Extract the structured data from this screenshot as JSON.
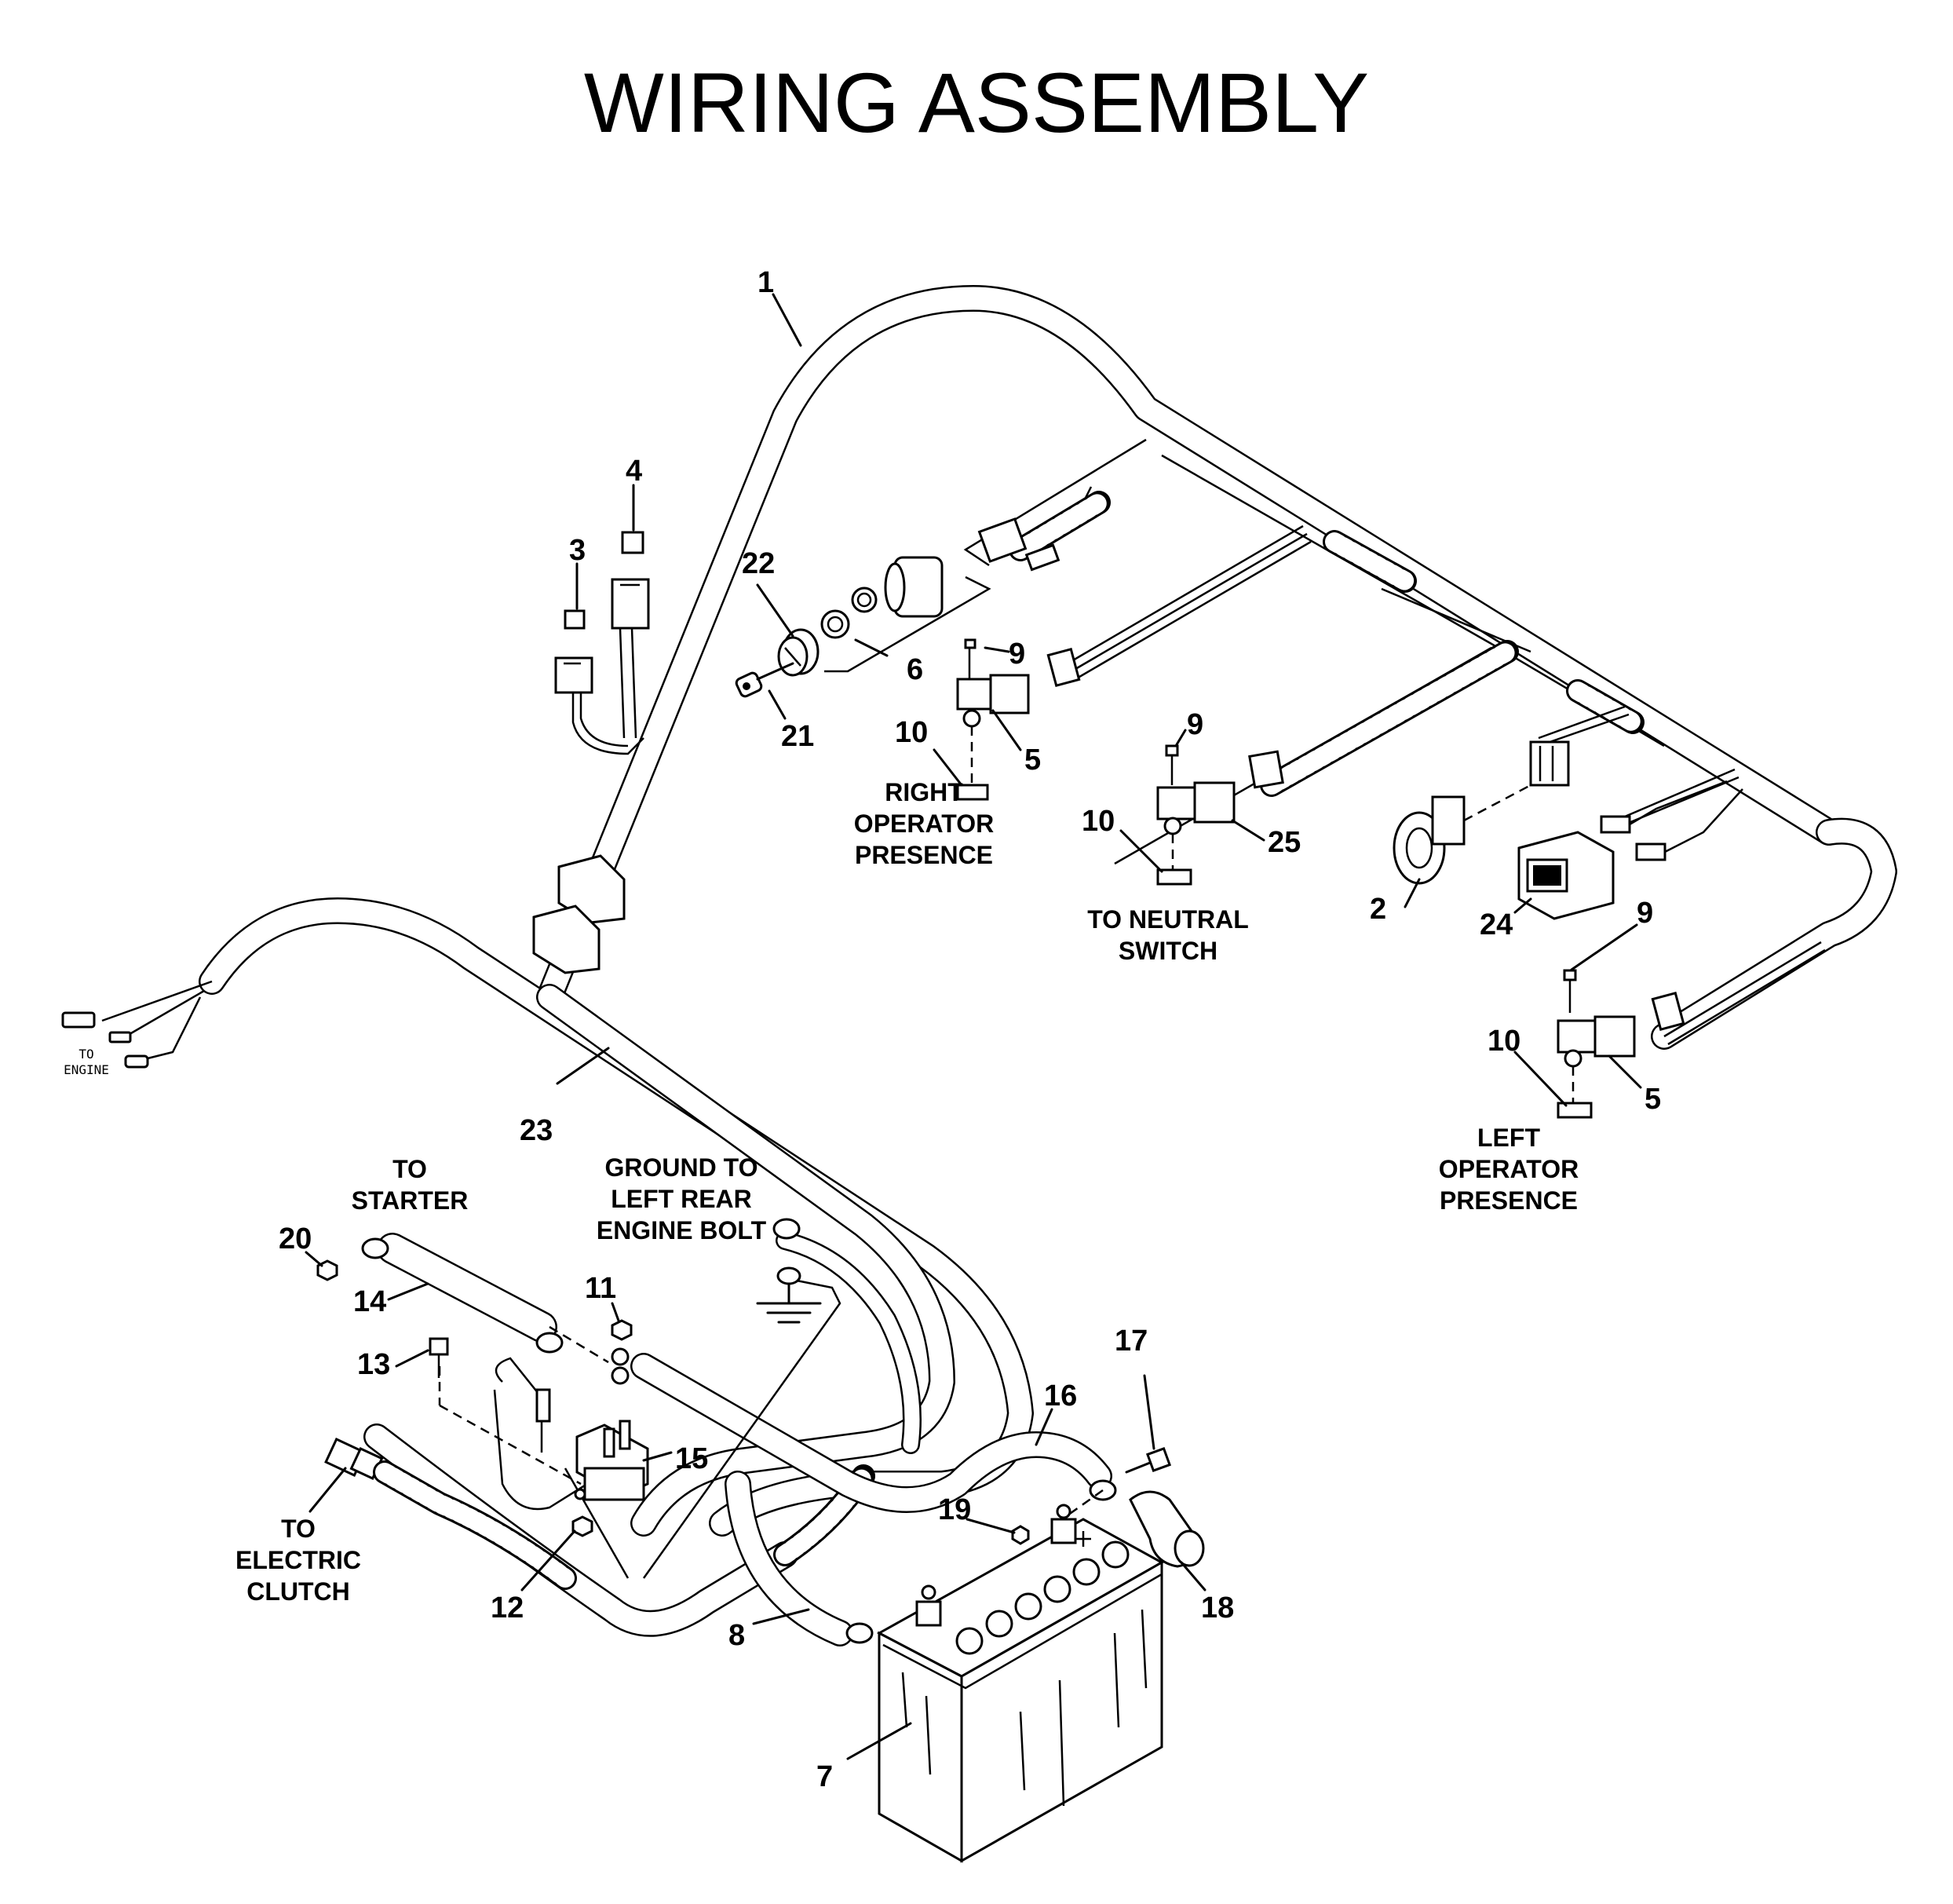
{
  "title": "WIRING ASSEMBLY",
  "callouts": [
    "1",
    "2",
    "3",
    "4",
    "5",
    "5",
    "6",
    "7",
    "8",
    "9",
    "9",
    "9",
    "10",
    "10",
    "10",
    "11",
    "12",
    "13",
    "14",
    "15",
    "16",
    "17",
    "18",
    "19",
    "20",
    "21",
    "22",
    "23",
    "24",
    "25"
  ],
  "labels": {
    "right_operator_presence": [
      "RIGHT",
      "OPERATOR",
      "PRESENCE"
    ],
    "to_neutral_switch": [
      "TO NEUTRAL",
      "SWITCH"
    ],
    "left_operator_presence": [
      "LEFT",
      "OPERATOR",
      "PRESENCE"
    ],
    "to_starter": [
      "TO",
      "STARTER"
    ],
    "ground": [
      "GROUND TO",
      "LEFT REAR",
      "ENGINE BOLT"
    ],
    "to_electric_clutch": [
      "TO",
      "ELECTRIC",
      "CLUTCH"
    ],
    "to_engine": [
      "TO",
      "ENGINE"
    ]
  }
}
